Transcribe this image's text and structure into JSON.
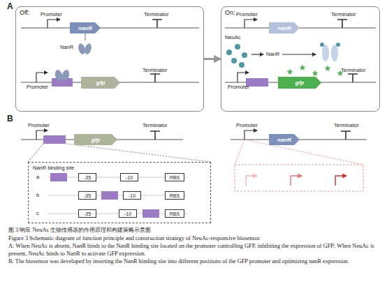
{
  "diagram": {
    "caption": "图 3 响应 NeuAc 生物传感器的作用原理和构建策略示意图",
    "nodes": [
      {
        "text": [
          "Off:"
        ]
      },
      {
        "text": [
          "nanR"
        ],
        "in": 0
      },
      {
        "text": [
          "gfp"
        ],
        "in": 0
      },
      {
        "text": [
          "On:"
        ]
      },
      {
        "text": [
          "nanR"
        ],
        "in": 3
      },
      {
        "text": [
          "gfp"
        ],
        "in": 3
      },
      {
        "text": [
          "gfp"
        ]
      },
      {
        "text": [
          "nanR"
        ]
      },
      {
        "text": [
          "NanR binding site"
        ]
      },
      {
        "text": [
          "-35"
        ],
        "in": 8
      },
      {
        "text": [
          "-10"
        ],
        "in": 8
      },
      {
        "text": [
          "RBS"
        ],
        "in": 8
      },
      {
        "text": [
          "-35"
        ],
        "in": 8
      },
      {
        "text": [
          "-10"
        ],
        "in": 8
      },
      {
        "text": [
          "RBS"
        ],
        "in": 8
      },
      {
        "text": [
          "-35"
        ],
        "in": 8
      },
      {
        "text": [
          "-10"
        ],
        "in": 8
      },
      {
        "text": [
          "RBS"
        ],
        "in": 8
      }
    ],
    "edges": [
      {
        "from": 0,
        "to": 3,
        "arrow": "to"
      }
    ],
    "labels": [
      "A",
      "Promoter",
      "Terminator",
      "NanR",
      "Promoter",
      "Terminator",
      "Promoter",
      "Terminator",
      "NeuAc",
      "NanR",
      "Promoter",
      "Terminator",
      "B",
      "Promoter",
      "Terminator",
      "Promoter",
      "Terminator",
      "a",
      "b",
      "c",
      "Figure 3 Schematic diagram of function principle and construction strategy of NeuAc-responsive biosensor.",
      "A: When NeuAc is absent, NanR binds to the NanR binding site located on the promoter controlling GFP, inhibiting the expression of GFP; When NeuAc is present, NeuAc binds to NanR to activate GFP expression.",
      "B: The biosensor was developed by inserting the NanR binding site into different positions of the GFP promoter and optimizing nanR expression."
    ]
  }
}
